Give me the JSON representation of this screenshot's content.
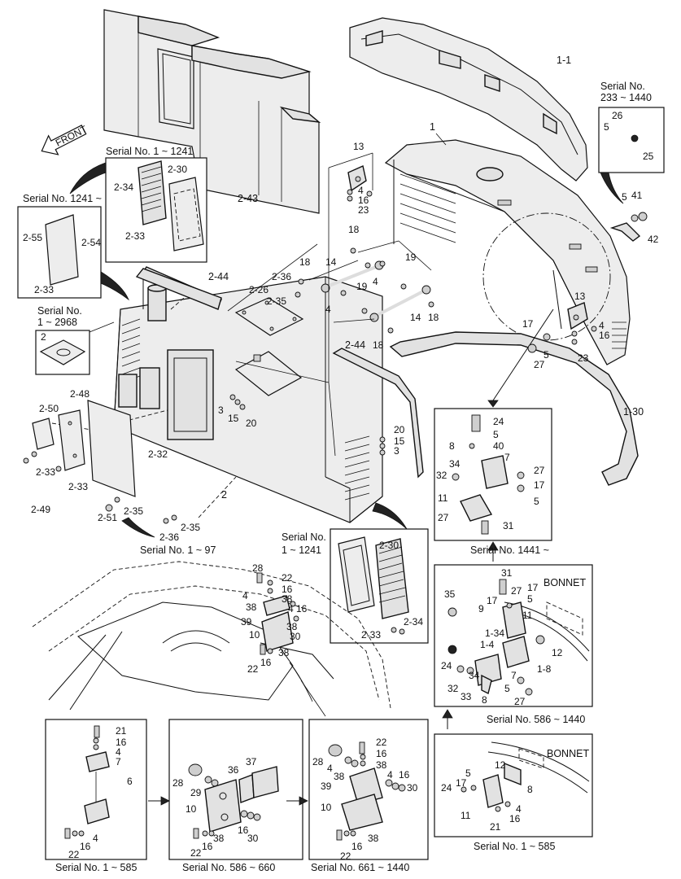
{
  "labels": {
    "p1_1": "1-1",
    "p1": "1",
    "p1_30": "1-30",
    "p1_34": "1-34",
    "p1_4": "1-4",
    "p1_8": "1-8",
    "p2": "2",
    "p2_26": "2-26",
    "p2_30a": "2-30",
    "p2_30b": "2-30",
    "p2_32": "2-32",
    "p2_33a": "2-33",
    "p2_33b": "2-33",
    "p2_33c": "2-33",
    "p2_33d": "2-33",
    "p2_33e": "2-33",
    "p2_34a": "2-34",
    "p2_34b": "2-34",
    "p2_35a": "2-35",
    "p2_35b": "2-35",
    "p2_35c": "2-35",
    "p2_36a": "2-36",
    "p2_36b": "2-36",
    "p2_43": "2-43",
    "p2_44a": "2-44",
    "p2_44b": "2-44",
    "p2_48": "2-48",
    "p2_49": "2-49",
    "p2_50": "2-50",
    "p2_51": "2-51",
    "p2_54": "2-54",
    "p2_55": "2-55",
    "p2box": "2",
    "p3a": "3",
    "p3b": "3",
    "p4a": "4",
    "p4b": "4",
    "p4c": "4",
    "p4d": "4",
    "p4e": "4",
    "p4f": "4",
    "p4g": "4",
    "p4h": "4",
    "p4i": "4",
    "p4j": "4",
    "p4k": "4",
    "p5a": "5",
    "p5b": "5",
    "p5c": "5",
    "p5d": "5",
    "p5e": "5",
    "p5f": "5",
    "p5g": "5",
    "p5h": "5",
    "p6": "6",
    "p7a": "7",
    "p7b": "7",
    "p7c": "7",
    "p8a": "8",
    "p8b": "8",
    "p8c": "8",
    "p9": "9",
    "p10a": "10",
    "p10b": "10",
    "p10c": "10",
    "p10d": "10",
    "p11a": "11",
    "p11b": "11",
    "p11c": "11",
    "p12a": "12",
    "p12b": "12",
    "p13a": "13",
    "p13b": "13",
    "p14a": "14",
    "p14b": "14",
    "p15a": "15",
    "p15b": "15",
    "p16a": "16",
    "p16b": "16",
    "p16c": "16",
    "p16d": "16",
    "p16e": "16",
    "p16f": "16",
    "p16g": "16",
    "p16h": "16",
    "p16i": "16",
    "p16j": "16",
    "p16k": "16",
    "p16l": "16",
    "p16m": "16",
    "p17a": "17",
    "p17b": "17",
    "p17c": "17",
    "p17d": "17",
    "p17e": "17",
    "p18a": "18",
    "p18b": "18",
    "p18c": "18",
    "p18d": "18",
    "p19a": "19",
    "p19b": "19",
    "p20a": "20",
    "p20b": "20",
    "p21a": "21",
    "p21b": "21",
    "p22a": "22",
    "p22b": "22",
    "p22c": "22",
    "p22d": "22",
    "p22e": "22",
    "p22f": "22",
    "p23a": "23",
    "p23b": "23",
    "p24a": "24",
    "p24b": "24",
    "p24c": "24",
    "p25": "25",
    "p26": "26",
    "p27a": "27",
    "p27b": "27",
    "p27c": "27",
    "p27d": "27",
    "p27e": "27",
    "p28a": "28",
    "p28b": "28",
    "p28c": "28",
    "p29": "29",
    "p30a": "30",
    "p30b": "30",
    "p30c": "30",
    "p31a": "31",
    "p31b": "31",
    "p32a": "32",
    "p32b": "32",
    "p33": "33",
    "p34a": "34",
    "p34b": "34",
    "p35": "35",
    "p36": "36",
    "p37": "37",
    "p38a": "38",
    "p38b": "38",
    "p38c": "38",
    "p38d": "38",
    "p38e": "38",
    "p38f": "38",
    "p38g": "38",
    "p39a": "39",
    "p39b": "39",
    "p40": "40",
    "p41": "41",
    "p42": "42"
  },
  "captions": {
    "serial_233_1440_a": "Serial No.",
    "serial_233_1440_b": "233 ~ 1440",
    "serial_1_1241_top": "Serial No. 1 ~ 1241",
    "serial_1241_up": "Serial No. 1241 ~",
    "serial_1_2968_a": "Serial No.",
    "serial_1_2968_b": "1 ~ 2968",
    "serial_1_97": "Serial No. 1 ~ 97",
    "serial_1_1241_mid_a": "Serial No.",
    "serial_1_1241_mid_b": "1 ~ 1241",
    "serial_1441_up": "Serial No. 1441 ~",
    "serial_586_1440_right": "Serial No. 586 ~ 1440",
    "serial_1_585_right": "Serial No. 1 ~ 585",
    "serial_1_585_bottom": "Serial No. 1 ~ 585",
    "serial_586_660": "Serial No. 586 ~ 660",
    "serial_661_1440": "Serial No. 661 ~ 1440",
    "bonnet_a": "BONNET",
    "bonnet_b": "BONNET",
    "front": "FRONT"
  }
}
